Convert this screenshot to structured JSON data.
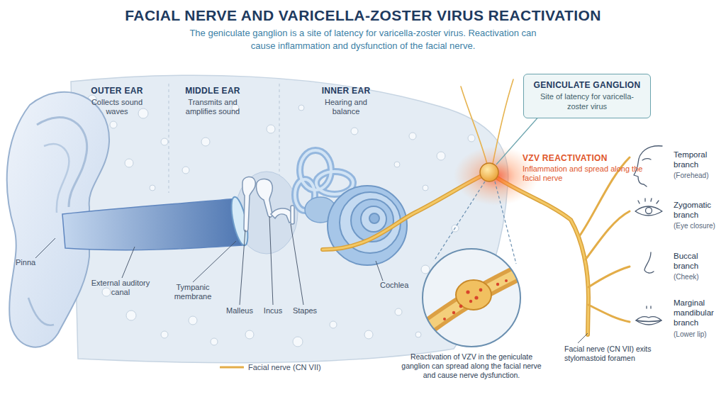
{
  "diagram": {
    "title": "FACIAL NERVE AND VARICELLA-ZOSTER VIRUS REACTIVATION",
    "nodes": [
      {
        "text": [
          "GENICULATE GANGLION",
          "Site of latency for varicella-zoster virus"
        ]
      }
    ],
    "labels": [
      "The geniculate ganglion is a site of latency for varicella-zoster virus. Reactivation can cause inflammation and dysfunction of the facial nerve.",
      "OUTER EAR",
      "Collects sound waves",
      "MIDDLE EAR",
      "Transmits and amplifies sound",
      "INNER EAR",
      "Hearing and balance",
      "VZV REACTIVATION",
      "Inflammation and spread along the facial nerve",
      "Temporal branch",
      "(Forehead)",
      "Zygomatic branch",
      "(Eye closure)",
      "Buccal branch",
      "(Cheek)",
      "Marginal mandibular branch",
      "(Lower lip)",
      "Pinna",
      "External auditory canal",
      "Tympanic membrane",
      "Malleus",
      "Incus",
      "Stapes",
      "Cochlea",
      "Reactivation of VZV in the geniculate ganglion can spread along the facial nerve and cause nerve dysfunction.",
      "Facial nerve (CN VII) exits stylomastoid foramen"
    ],
    "legend": [
      {
        "text": "Facial nerve (CN VII)"
      }
    ]
  }
}
